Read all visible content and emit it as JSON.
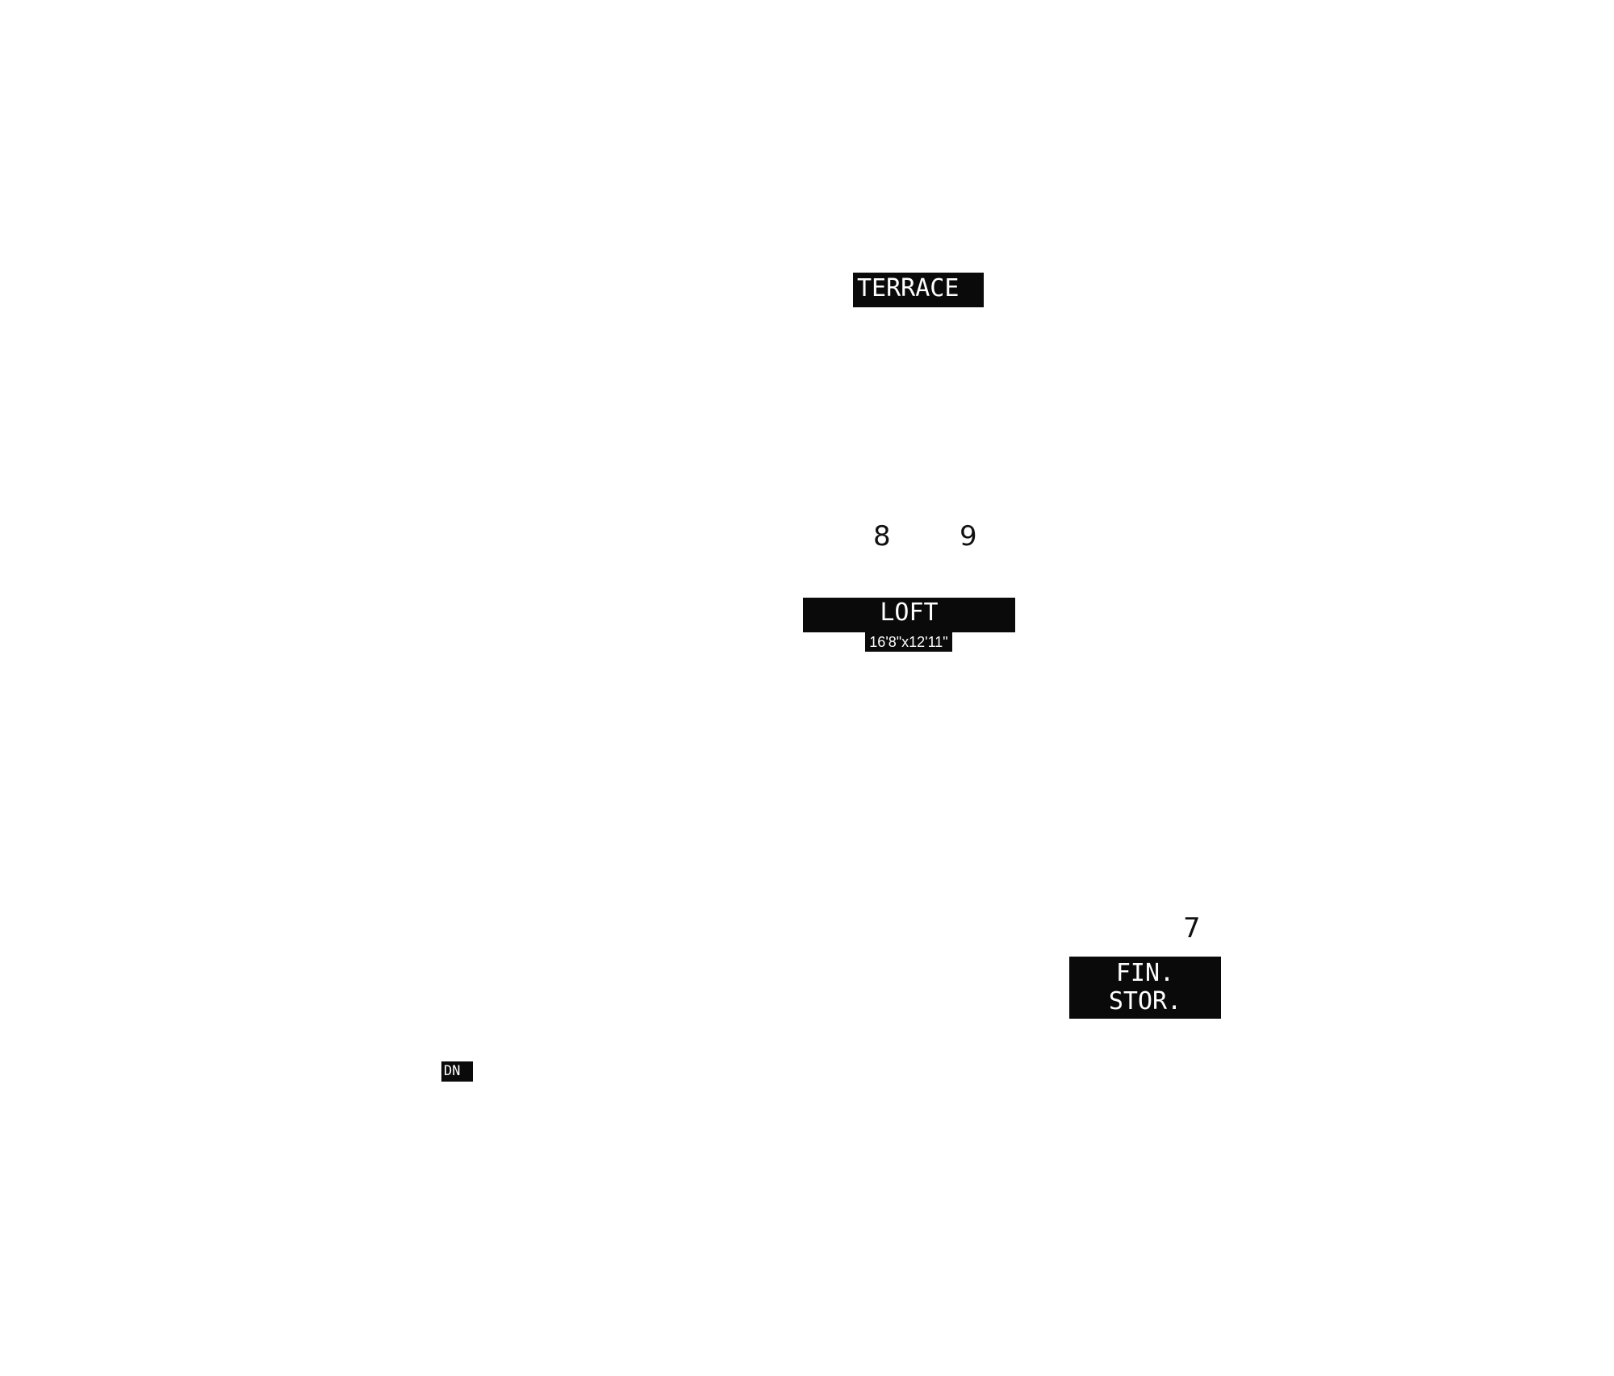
{
  "rooms": {
    "terrace": {
      "name": "TERRACE"
    },
    "loft": {
      "name": "LOFT",
      "dimensions": "16'8\"x12'11\""
    },
    "fin_stor": {
      "line1": "FIN.",
      "line2": "STOR."
    }
  },
  "markers": {
    "dn": "DN",
    "n7": "7",
    "n8": "8",
    "n9": "9"
  },
  "colors": {
    "label_background": "#0a0a0a",
    "label_text": "#ffffff",
    "number_text": "#111111",
    "page_background": "#ffffff"
  }
}
